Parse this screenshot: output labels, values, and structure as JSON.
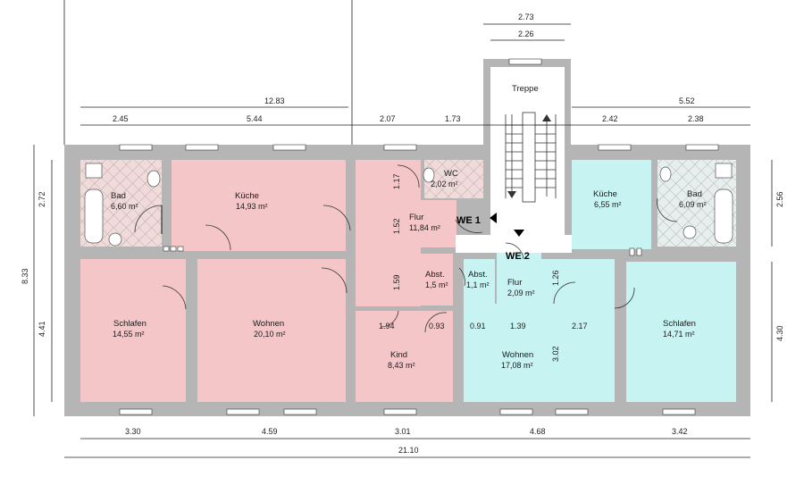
{
  "rooms": {
    "bad1": {
      "name": "Bad",
      "area": "6,60 m²",
      "color": "#f5c6c8"
    },
    "kueche1": {
      "name": "Küche",
      "area": "14,93 m²",
      "color": "#f5c6c8"
    },
    "flur1": {
      "name": "Flur",
      "area": "11,84 m²",
      "color": "#f5c6c8"
    },
    "wc": {
      "name": "WC",
      "area": "2,02 m²",
      "color": "#f5c6c8"
    },
    "abst1": {
      "name": "Abst.",
      "area": "1,5 m²",
      "color": "#f5c6c8"
    },
    "schlafen1": {
      "name": "Schlafen",
      "area": "14,55 m²",
      "color": "#f5c6c8"
    },
    "wohnen1": {
      "name": "Wohnen",
      "area": "20,10 m²",
      "color": "#f5c6c8"
    },
    "kind": {
      "name": "Kind",
      "area": "8,43 m²",
      "color": "#f5c6c8"
    },
    "treppe": {
      "name": "Treppe",
      "color": "#ffffff"
    },
    "kueche2": {
      "name": "Küche",
      "area": "6,55 m²",
      "color": "#c8f3f3"
    },
    "bad2": {
      "name": "Bad",
      "area": "6,09 m²",
      "color": "#c8f3f3"
    },
    "abst2": {
      "name": "Abst.",
      "area": "1,1 m²",
      "color": "#c8f3f3"
    },
    "flur2": {
      "name": "Flur",
      "area": "2,09 m²",
      "color": "#c8f3f3"
    },
    "wohnen2": {
      "name": "Wohnen",
      "area": "17,08 m²",
      "color": "#c8f3f3"
    },
    "schlafen2": {
      "name": "Schlafen",
      "area": "14,71 m²",
      "color": "#c8f3f3"
    }
  },
  "units": {
    "we1": "WE 1",
    "we2": "WE 2"
  },
  "dimensions": {
    "top_total_left": "12.83",
    "top_total_right": "5.52",
    "stair_outer": "2.73",
    "stair_inner": "2.26",
    "top_segments": [
      "2.45",
      "5.44",
      "2.07",
      "1.73",
      "2.42",
      "2.38"
    ],
    "bottom_segments": [
      "3.30",
      "4.59",
      "3.01",
      "4.68",
      "3.42"
    ],
    "bottom_total": "21.10",
    "left_total": "8.33",
    "left_upper": "2.72",
    "left_lower": "4.41",
    "right_upper": "2.56",
    "right_lower": "4.30",
    "interior": {
      "flur1_a": "1.17",
      "flur1_b": "1.52",
      "flur1_c": "1.59",
      "kind_a": "1.94",
      "kind_b": "0.93",
      "wohnen2_a": "0.91",
      "wohnen2_b": "1.39",
      "wohnen2_c": "2.17",
      "wohnen2_d": "3.02",
      "flur2_h": "1.26"
    }
  }
}
